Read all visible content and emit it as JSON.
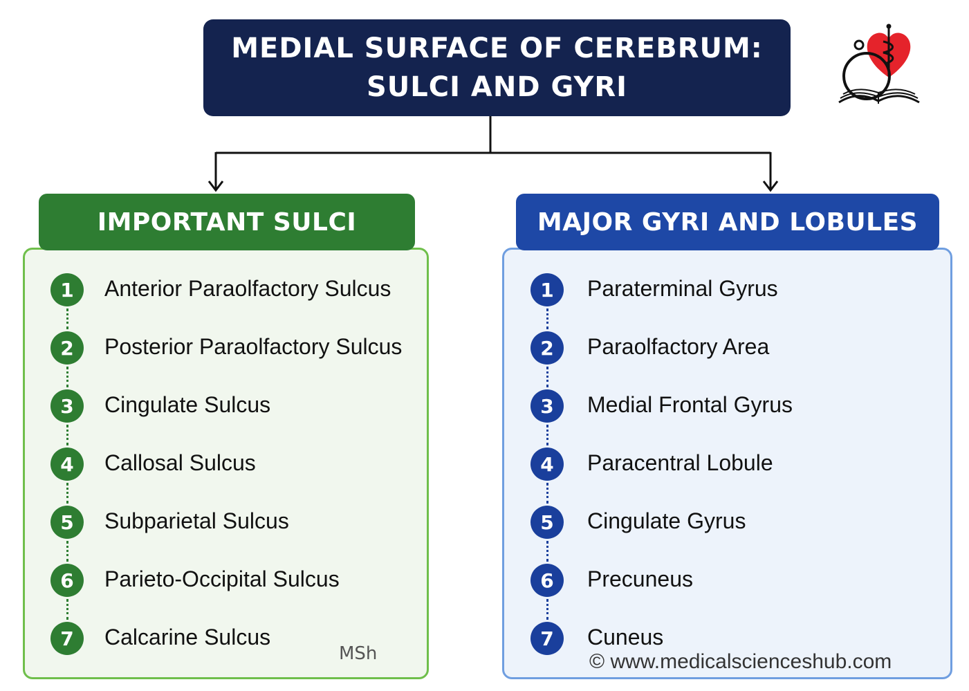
{
  "title": {
    "line1": "MEDIAL SURFACE OF CEREBRUM:",
    "line2": "SULCI AND GYRI"
  },
  "left_panel": {
    "header": "IMPORTANT SULCI",
    "items": [
      {
        "number": "1",
        "label": "Anterior Paraolfactory Sulcus"
      },
      {
        "number": "2",
        "label": "Posterior Paraolfactory Sulcus"
      },
      {
        "number": "3",
        "label": "Cingulate Sulcus"
      },
      {
        "number": "4",
        "label": "Callosal Sulcus"
      },
      {
        "number": "5",
        "label": "Subparietal Sulcus"
      },
      {
        "number": "6",
        "label": "Parieto-Occipital Sulcus"
      },
      {
        "number": "7",
        "label": "Calcarine Sulcus"
      }
    ]
  },
  "right_panel": {
    "header": "MAJOR GYRI AND LOBULES",
    "items": [
      {
        "number": "1",
        "label": "Paraterminal Gyrus"
      },
      {
        "number": "2",
        "label": "Paraolfactory Area"
      },
      {
        "number": "3",
        "label": "Medial Frontal Gyrus"
      },
      {
        "number": "4",
        "label": "Paracentral Lobule"
      },
      {
        "number": "5",
        "label": "Cingulate Gyrus"
      },
      {
        "number": "6",
        "label": "Precuneus"
      },
      {
        "number": "7",
        "label": "Cuneus"
      }
    ]
  },
  "watermark": "MSh",
  "copyright": "© www.medicalscienceshub.com",
  "logo": {
    "icon": "heart-stethoscope-caduceus-book-logo"
  },
  "colors": {
    "title_bg": "#14234f",
    "sulci_green": "#2e7d32",
    "gyri_blue": "#1e48a6",
    "logo_red": "#e5232b"
  }
}
